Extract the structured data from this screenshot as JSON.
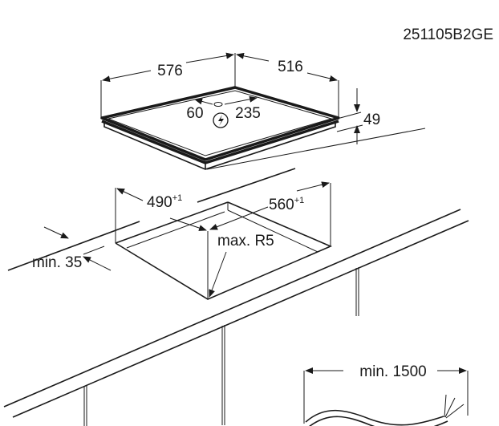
{
  "drawing_code": "251105B2GE",
  "hob": {
    "width_label": "576",
    "depth_label": "516",
    "height_label": "49",
    "connection_offset_label": "60",
    "connection_depth_label": "235",
    "electric_symbol": "lightning-icon"
  },
  "cutout": {
    "width_label": "560",
    "width_tolerance": "+1",
    "depth_label": "490",
    "depth_tolerance": "+1",
    "radius_label": "max. R5",
    "front_distance_label": "min. 35"
  },
  "cable": {
    "length_label": "min. 1500"
  }
}
